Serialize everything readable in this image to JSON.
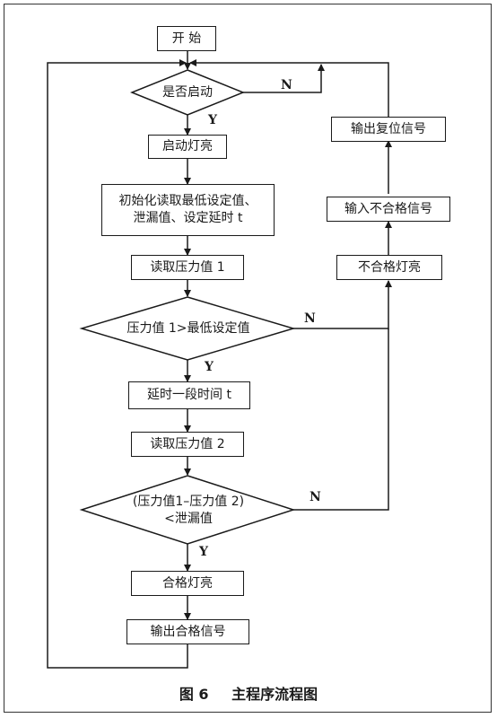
{
  "caption": {
    "figure": "图 6",
    "title": "主程序流程图"
  },
  "nodes": {
    "start": "开  始",
    "is_started": "是否启动",
    "start_light": "启动灯亮",
    "init_line1": "初始化读取最低设定值、",
    "init_line2": "泄漏值、设定延时 t",
    "read_p1": "读取压力值 1",
    "cmp1": "压力值 1>最低设定值",
    "delay": "延时一段时间 t",
    "read_p2": "读取压力值 2",
    "cmp2_line1": "(压力值1–压力值 2)",
    "cmp2_line2": "<泄漏值",
    "pass_light": "合格灯亮",
    "output_pass": "输出合格信号",
    "fail_light": "不合格灯亮",
    "input_fail": "输入不合格信号",
    "output_reset": "输出复位信号"
  },
  "labels": {
    "yes": "Y",
    "no": "N"
  }
}
